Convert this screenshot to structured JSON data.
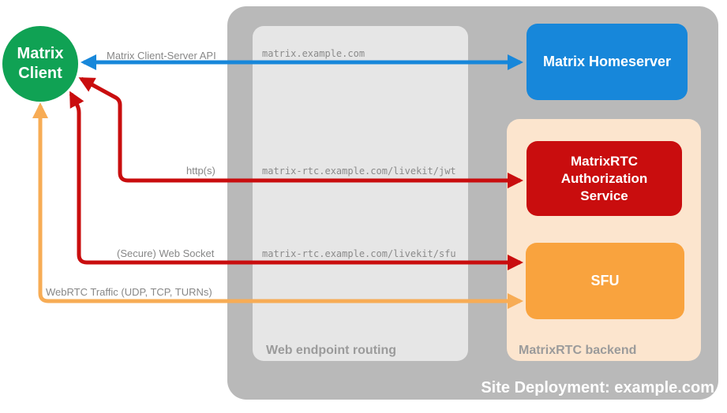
{
  "colors": {
    "green": "#10a254",
    "blue": "#1787da",
    "red": "#c90d0e",
    "orange": "#f9a33e",
    "orange_arrow": "#f7ac55",
    "peach": "#fce5ce",
    "outer_gray": "#b9b9b9",
    "inner_gray": "#e6e6e6",
    "label_gray": "#878787",
    "mono_gray": "#8a8a8a",
    "section_gray": "#9b9b9b"
  },
  "client": {
    "label": "Matrix Client"
  },
  "site": {
    "label": "Site Deployment: example.com"
  },
  "routing": {
    "label": "Web endpoint routing",
    "endpoints": [
      "matrix.example.com",
      "matrix-rtc.example.com/livekit/jwt",
      "matrix-rtc.example.com/livekit/sfu"
    ]
  },
  "backend": {
    "label": "MatrixRTC backend"
  },
  "nodes": {
    "homeserver": {
      "label": "Matrix Homeserver"
    },
    "auth_service": {
      "label": "MatrixRTC Authorization Service"
    },
    "sfu": {
      "label": "SFU"
    }
  },
  "connections": {
    "client_server_api": {
      "label": "Matrix Client-Server API"
    },
    "http": {
      "label": "http(s)"
    },
    "websocket": {
      "label": "(Secure) Web Socket"
    },
    "webrtc": {
      "label": "WebRTC Traffic (UDP, TCP, TURNs)"
    }
  }
}
